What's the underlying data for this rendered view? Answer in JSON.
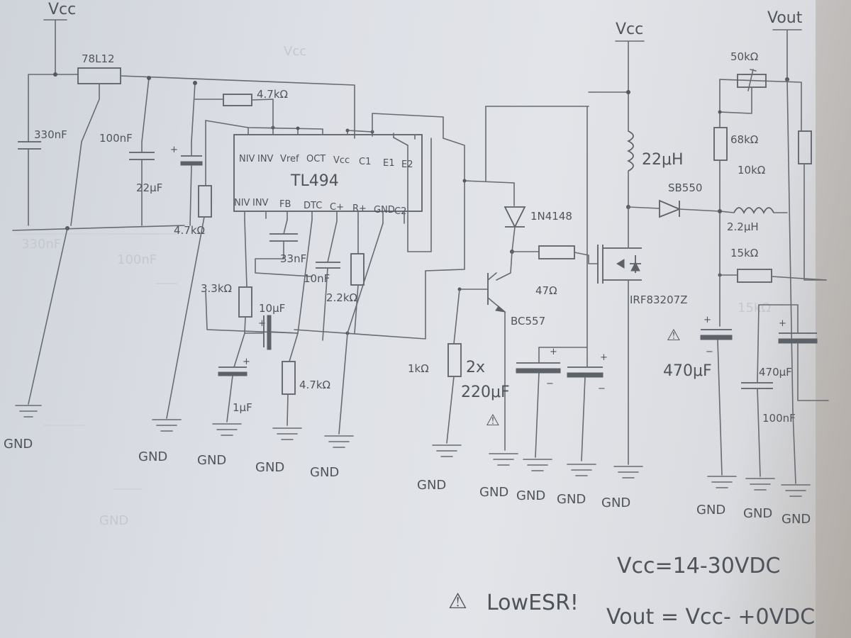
{
  "supply": {
    "vcc_left": "Vcc",
    "vcc_right": "Vcc",
    "vout": "Vout"
  },
  "ic": {
    "name": "TL494",
    "top_pins": [
      "NIV",
      "INV",
      "Vref",
      "OCT",
      "Vcc",
      "C1",
      "E1",
      "E2"
    ],
    "bottom_pins": [
      "NIV",
      "INV",
      "FB",
      "DTC",
      "C+",
      "R+",
      "GND",
      "C2"
    ]
  },
  "components": {
    "regulator": "78L12",
    "c_330nf": "330nF",
    "c_100nf": "100nF",
    "c_22uf": "22μF",
    "r_4k7_top": "4.7kΩ",
    "r_4k7_left": "4.7kΩ",
    "c_33nf": "33nF",
    "c_10nf": "10nF",
    "r_3k3": "3.3kΩ",
    "c_10uf": "10μF",
    "r_2k2": "2.2kΩ",
    "c_1uf": "1μF",
    "r_4k7_bottom": "4.7kΩ",
    "diode_1n4148": "1N4148",
    "r_47": "47Ω",
    "transistor": "BC557",
    "r_1k": "1kΩ",
    "c_2x": "2x",
    "c_220uf": "220μF",
    "mosfet": "IRF83207Z",
    "inductor_22uh": "22μH",
    "schottky": "SB550",
    "pot_50k": "50kΩ",
    "r_68k": "68kΩ",
    "r_10k": "10kΩ",
    "inductor_2u2h": "2.2μH",
    "r_15k": "15kΩ",
    "c_470uf_a": "470μF",
    "c_470uf_b": "470μF",
    "c_100nf_out": "100nF"
  },
  "gnd_label": "GND",
  "warnings": {
    "symbol": "⚠",
    "low_esr": "LowESR!"
  },
  "specs": {
    "vcc_range": "Vcc=14-30VDC",
    "vout_range": "Vout = Vcc- +0VDC"
  }
}
